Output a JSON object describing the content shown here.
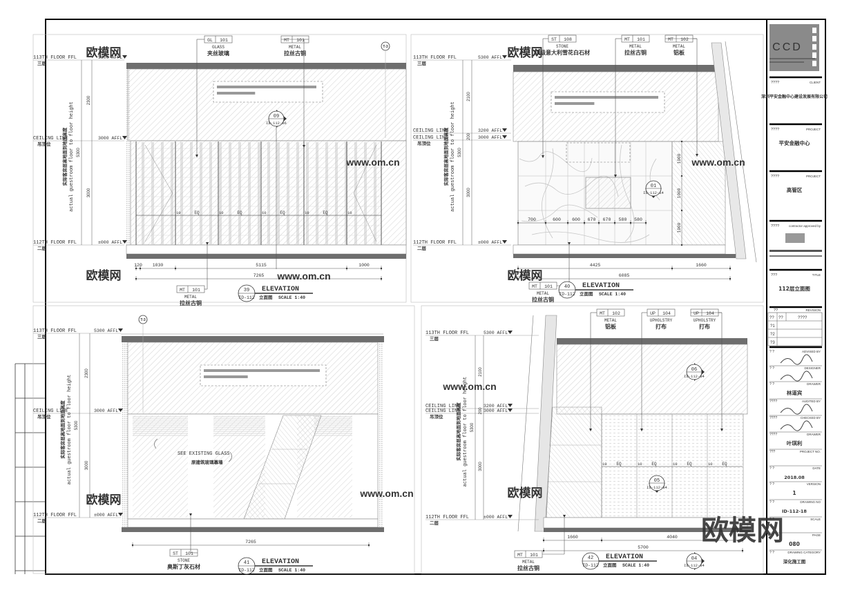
{
  "colors": {
    "line": "#555555",
    "slab": "#6e6e6e",
    "frame": "#000000",
    "hatch": "#b8b8b8",
    "stone_vein": "#c8c8c8",
    "watermark": "#555555"
  },
  "watermark": {
    "logo_text": "欧模网",
    "site": "www.om.cn"
  },
  "common": {
    "height_label_cn": "实际客房层高地面到地面高度",
    "height_label_en": "actual guestroom floor to floor height",
    "eq": "EQ",
    "gap": "10"
  },
  "elevations": [
    {
      "number": "39",
      "sheet": "ID-112",
      "title": "ELEVATION",
      "subtitle": "立面图",
      "scale": "SCALE 1:40",
      "levels": [
        {
          "name": "113TH FLOOR FFL",
          "cn": "三层",
          "elev": "5300 AFFL"
        },
        {
          "name": "CEILING LINE",
          "cn": "吊顶位",
          "elev": "3000 AFFL"
        },
        {
          "name": "112TH FLOOR FFL",
          "cn": "二层",
          "elev": "±000 AFFL"
        }
      ],
      "vdims": [
        "2300",
        "3000",
        "5300"
      ],
      "hdims": [
        "120",
        "1030",
        "5115",
        "1000"
      ],
      "total": "7265",
      "grid_tag": "T-3",
      "section": {
        "num": "09",
        "ref": "ID-112-06"
      },
      "tags": [
        {
          "code": "GL",
          "num": "101",
          "type": "GLASS",
          "cn": "夹丝玻璃"
        },
        {
          "code": "MT",
          "num": "101",
          "type": "METAL",
          "cn": "拉丝古铜"
        },
        {
          "code": "MT",
          "num": "101",
          "type": "METAL",
          "cn": "拉丝古铜"
        }
      ]
    },
    {
      "number": "40",
      "sheet": "ID-112",
      "title": "ELEVATION",
      "subtitle": "立面图",
      "scale": "SCALE 1:40",
      "levels": [
        {
          "name": "113TH FLOOR FFL",
          "cn": "三层",
          "elev": "5300 AFFL"
        },
        {
          "name": "CEILING LINE",
          "cn": "",
          "elev": "3200 AFFL"
        },
        {
          "name": "CEILING LINE",
          "cn": "吊顶位",
          "elev": "3000 AFFL"
        },
        {
          "name": "112TH FLOOR FFL",
          "cn": "二层",
          "elev": "±000 AFFL"
        }
      ],
      "vdims": [
        "2100",
        "200",
        "3000",
        "5300"
      ],
      "hdims": [
        "700",
        "600",
        "600",
        "670",
        "670",
        "580",
        "580"
      ],
      "rdims": [
        "1000",
        "1000",
        "1000"
      ],
      "hdims2": [
        "4425",
        "1660"
      ],
      "total": "6085",
      "section": {
        "num": "01",
        "ref": "ID-112-14"
      },
      "tags": [
        {
          "code": "ST",
          "num": "108",
          "type": "STONE",
          "cn": "顶级意大利雪花白石材"
        },
        {
          "code": "MT",
          "num": "101",
          "type": "METAL",
          "cn": "拉丝古铜"
        },
        {
          "code": "MT",
          "num": "102",
          "type": "METAL",
          "cn": "铝板"
        },
        {
          "code": "MT",
          "num": "101",
          "type": "METAL",
          "cn": "拉丝古铜"
        }
      ]
    },
    {
      "number": "41",
      "sheet": "ID-112",
      "title": "ELEVATION",
      "subtitle": "立面图",
      "scale": "SCALE 1:40",
      "levels": [
        {
          "name": "113TH FLOOR FFL",
          "cn": "三层",
          "elev": "5300 AFFL"
        },
        {
          "name": "CEILING LINE",
          "cn": "吊顶位",
          "elev": "3000 AFFL"
        },
        {
          "name": "112TH FLOOR FFL",
          "cn": "二层",
          "elev": "±000 AFFL"
        }
      ],
      "vdims": [
        "2300",
        "3000",
        "5300"
      ],
      "total": "7265",
      "grid_tag": "T-3",
      "note_en": "SEE EXISTING GLASS",
      "note_cn": "原建筑玻璃幕墙",
      "tags": [
        {
          "code": "ST",
          "num": "101",
          "type": "STONE",
          "cn": "奥斯丁灰石材"
        }
      ]
    },
    {
      "number": "42",
      "sheet": "ID-112",
      "title": "ELEVATION",
      "subtitle": "立面图",
      "scale": "SCALE 1:40",
      "levels": [
        {
          "name": "113TH FLOOR FFL",
          "cn": "三层",
          "elev": "5300 AFFL"
        },
        {
          "name": "CEILING LINE",
          "cn": "",
          "elev": "3200 AFFL"
        },
        {
          "name": "CEILING LINE",
          "cn": "吊顶位",
          "elev": "3000 AFFL"
        },
        {
          "name": "112TH FLOOR FFL",
          "cn": "二层",
          "elev": "±000 AFFL"
        }
      ],
      "vdims": [
        "2100",
        "200",
        "3000",
        "5300"
      ],
      "hdims": [
        "1660",
        "4040"
      ],
      "total": "5700",
      "sections": [
        {
          "num": "06",
          "ref": "ID-112-04"
        },
        {
          "num": "05",
          "ref": "ID-112-04"
        },
        {
          "num": "04",
          "ref": "ID-112-04"
        }
      ],
      "tags": [
        {
          "code": "MT",
          "num": "102",
          "type": "METAL",
          "cn": "铝板"
        },
        {
          "code": "UP",
          "num": "104",
          "type": "UPHOLSTRY",
          "cn": "打布"
        },
        {
          "code": "UP",
          "num": "104",
          "type": "UPHOLSTRY",
          "cn": "打布"
        },
        {
          "code": "MT",
          "num": "101",
          "type": "METAL",
          "cn": "拉丝古铜"
        }
      ]
    }
  ],
  "title_block": {
    "logo": "CCD",
    "rows": [
      {
        "q": "????",
        "label": "CLIENT",
        "value": "深圳平安金融中心建设发展有限公司"
      },
      {
        "q": "????",
        "label": "PROJECT",
        "value": "平安金融中心"
      },
      {
        "q": "????",
        "label": "PROJECT",
        "value": "高管区"
      },
      {
        "q": "????",
        "label": "contractor approved by",
        "value": ""
      },
      {
        "q": "???",
        "label": "TITLE",
        "value": "112层立面图"
      }
    ],
    "revision": {
      "q": "??",
      "label": "REVISION",
      "head": [
        "??",
        "??",
        "????"
      ],
      "rows": [
        "?1",
        "?2",
        "?3"
      ]
    },
    "people": [
      {
        "q": "? ?",
        "label": "ADVISED BY",
        "value": ""
      },
      {
        "q": "? ?",
        "label": "DESIGNER",
        "value": ""
      },
      {
        "q": "? ?",
        "label": "DRAWER",
        "value": "林道宾"
      },
      {
        "q": "????",
        "label": "AUDITED BY",
        "value": ""
      },
      {
        "q": "????",
        "label": "CHECKED BY",
        "value": ""
      },
      {
        "q": "????",
        "label": "DRAWER",
        "value": "叶琪利"
      },
      {
        "q": "???",
        "label": "PROJECT NO.",
        "value": ""
      },
      {
        "q": "? ?",
        "label": "DATE",
        "value": "2018.08"
      },
      {
        "q": "? ?",
        "label": "VERSION",
        "value": "1"
      },
      {
        "q": "? ?",
        "label": "DRAWING NO",
        "value": "ID-112-18"
      },
      {
        "q": "? ?",
        "label": "SCALE",
        "value": ""
      },
      {
        "q": "? ?",
        "label": "PAGE",
        "value": "080"
      },
      {
        "q": "? ?",
        "label": "DRAWING CATEGORY",
        "value": "深化施工图"
      }
    ]
  }
}
